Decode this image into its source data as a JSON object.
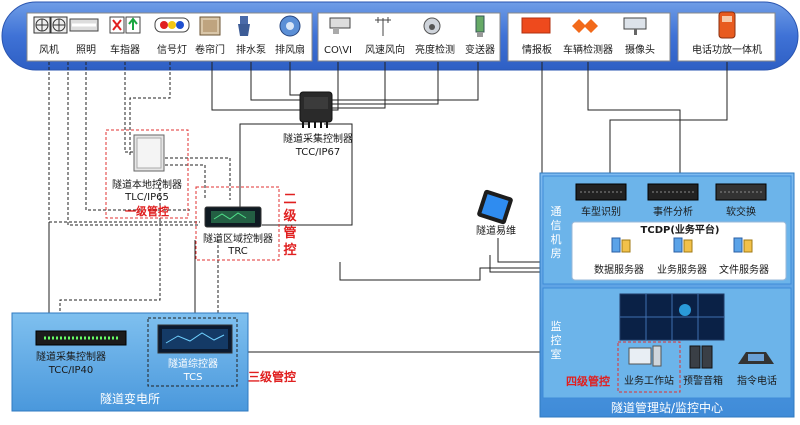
{
  "top_bar": {
    "group1": [
      "风机",
      "照明",
      "车指器",
      "信号灯",
      "卷帘门",
      "排水泵",
      "排风扇"
    ],
    "group2": [
      "CO\\VI",
      "风速风向",
      "亮度检测",
      "变送器"
    ],
    "group3": [
      "情报板",
      "车辆检测器",
      "摄像头"
    ],
    "group4": [
      "电话功放一体机"
    ]
  },
  "collector_top": {
    "name": "隧道采集控制器",
    "model": "TCC/IP67"
  },
  "tlc": {
    "name": "隧道本地控制器",
    "model": "TLC/IP65"
  },
  "trc": {
    "name": "隧道区域控制器",
    "model": "TRC"
  },
  "levels": {
    "level1": "一级管控",
    "level2": "二级管控",
    "level3": "三级管控",
    "level4": "四级管控"
  },
  "substation": {
    "title": "隧道变电所",
    "tcc_name": "隧道采集控制器",
    "tcc_model": "TCC/IP40",
    "tcs_name": "隧道综控器",
    "tcs_model": "TCS"
  },
  "mobile": "隧道易维",
  "comm_room": {
    "label": "通信机房",
    "servers": [
      "车型识别",
      "事件分析",
      "软交换"
    ],
    "platform": "TCDP(业务平台)",
    "platform_servers": [
      "数据服务器",
      "业务服务器",
      "文件服务器"
    ]
  },
  "monitor_room": {
    "label": "监控室",
    "items": [
      "业务工作站",
      "预警音箱",
      "指令电话"
    ]
  },
  "center_title": "隧道管理站/监控中心",
  "colors": {
    "bar_blue": "#3a6fd8",
    "bar_light": "#8fb8f2",
    "panel_blue": "#5aa8e4",
    "center_blue": "#4e9be0",
    "level_red": "#e02020"
  }
}
